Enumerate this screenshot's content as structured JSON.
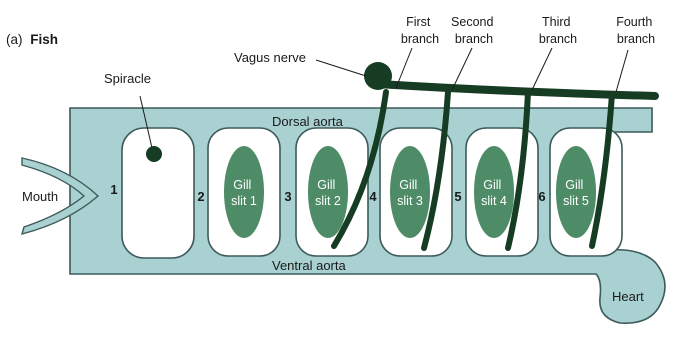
{
  "figure": {
    "tag": "(a)",
    "title": "Fish"
  },
  "labels": {
    "mouth": "Mouth",
    "spiracle": "Spiracle",
    "vagus_nerve": "Vagus nerve",
    "dorsal_aorta": "Dorsal aorta",
    "ventral_aorta": "Ventral aorta",
    "heart": "Heart"
  },
  "branches": [
    {
      "line1": "First",
      "line2": "branch"
    },
    {
      "line1": "Second",
      "line2": "branch"
    },
    {
      "line1": "Third",
      "line2": "branch"
    },
    {
      "line1": "Fourth",
      "line2": "branch"
    }
  ],
  "arches": [
    "1",
    "2",
    "3",
    "4",
    "5",
    "6"
  ],
  "gill_slits": [
    {
      "line1": "Gill",
      "line2": "slit 1"
    },
    {
      "line1": "Gill",
      "line2": "slit 2"
    },
    {
      "line1": "Gill",
      "line2": "slit 3"
    },
    {
      "line1": "Gill",
      "line2": "slit 4"
    },
    {
      "line1": "Gill",
      "line2": "slit 5"
    }
  ],
  "colors": {
    "vessel": "#a9d1d1",
    "vessel_stroke": "#3d5a5a",
    "gill": "#4e8c68",
    "nerve": "#173c24",
    "slit_bg": "#ffffff"
  }
}
